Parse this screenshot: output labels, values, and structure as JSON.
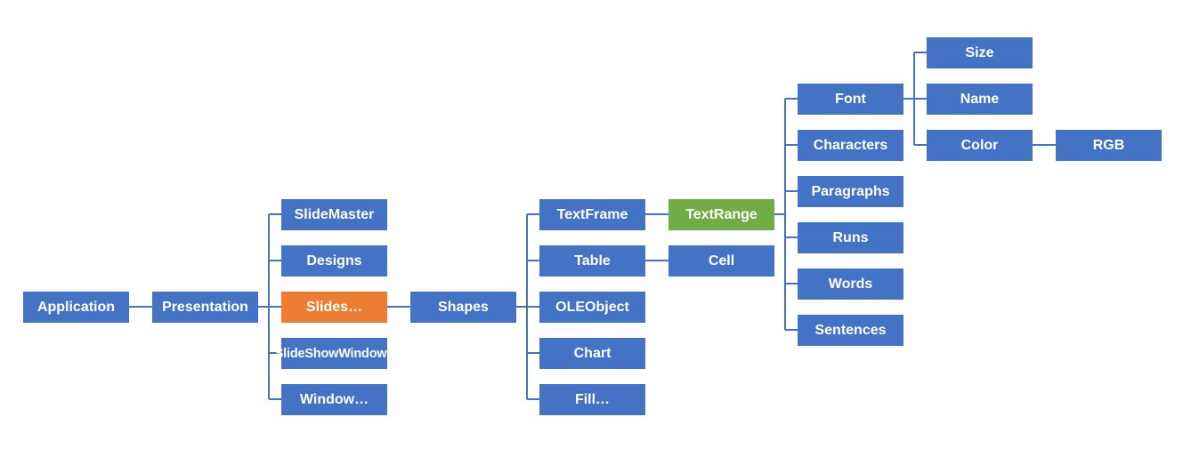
{
  "nodes": {
    "application": "Application",
    "presentation": "Presentation",
    "slidemaster": "SlideMaster",
    "designs": "Designs",
    "slides": "Slides…",
    "slideshowwindows": "SlideShowWindows",
    "window": "Window…",
    "shapes": "Shapes",
    "textframe": "TextFrame",
    "table": "Table",
    "oleobject": "OLEObject",
    "chart": "Chart",
    "fill": "Fill…",
    "textrange": "TextRange",
    "cell": "Cell",
    "font": "Font",
    "characters": "Characters",
    "paragraphs": "Paragraphs",
    "runs": "Runs",
    "words": "Words",
    "sentences": "Sentences",
    "size": "Size",
    "name": "Name",
    "color": "Color",
    "rgb": "RGB"
  },
  "colors": {
    "default": "#4472c4",
    "highlight_orange": "#ed7d31",
    "highlight_green": "#70ad47",
    "connector": "#4472c4"
  }
}
